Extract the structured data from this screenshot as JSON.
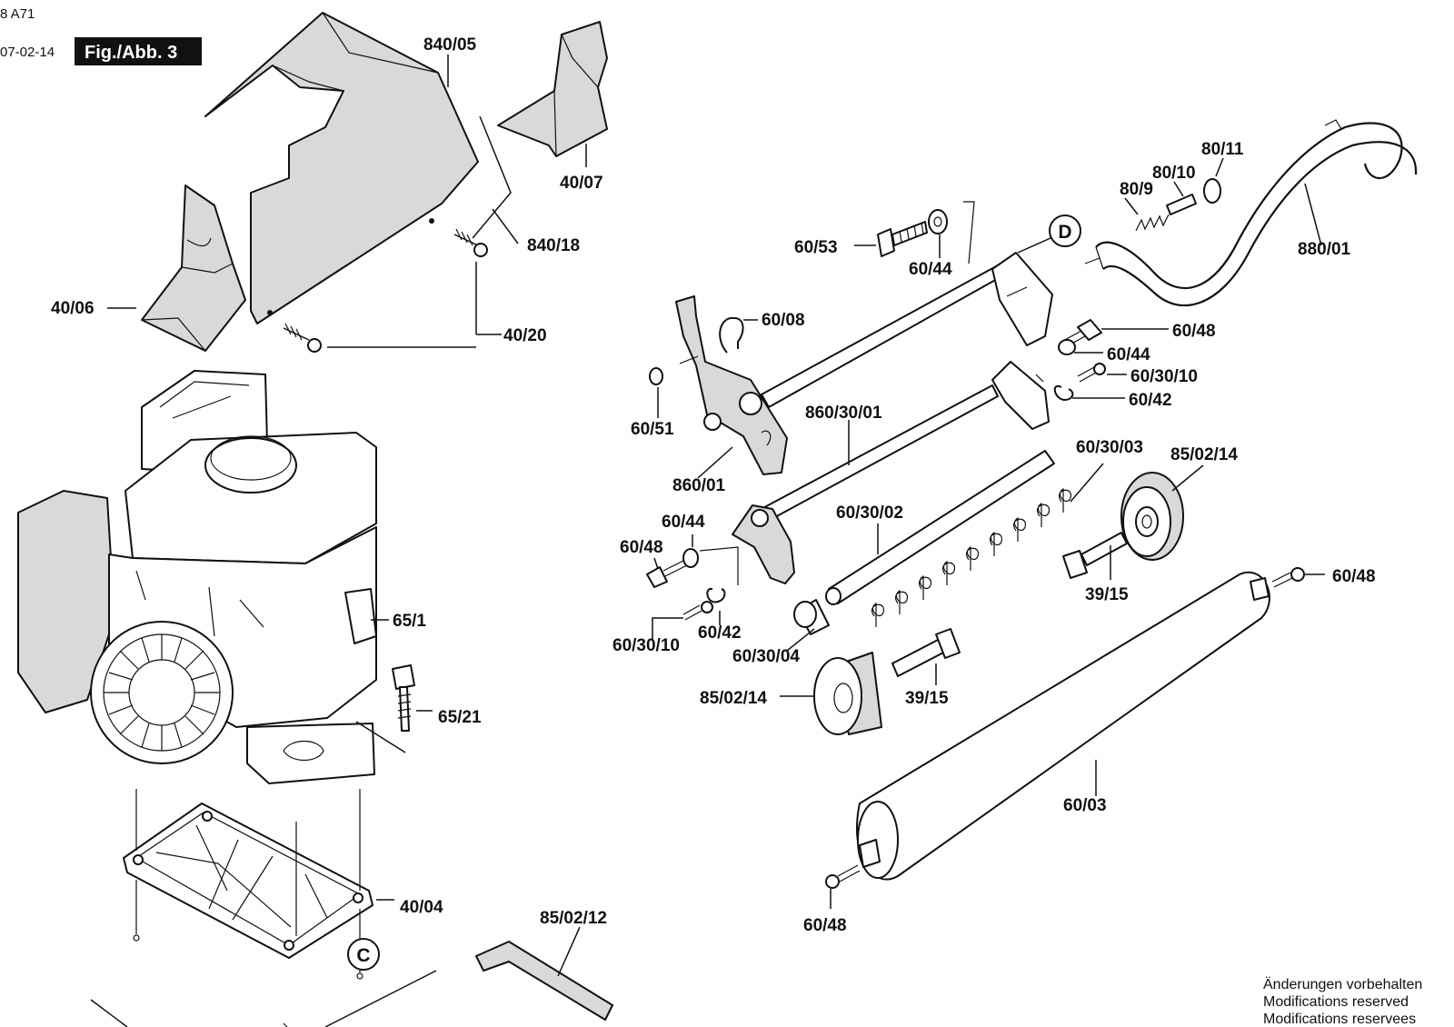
{
  "header": {
    "doc_code": "8 A71",
    "date": "07-02-14",
    "figure": "Fig./Abb. 3"
  },
  "callouts": {
    "c": "C",
    "d": "D"
  },
  "labels": {
    "p840_05": "840/05",
    "p40_07": "40/07",
    "p840_18": "840/18",
    "p40_06": "40/06",
    "p40_20": "40/20",
    "p65_1": "65/1",
    "p65_21": "65/21",
    "p40_04": "40/04",
    "p85_02_12": "85/02/12",
    "p80_11": "80/11",
    "p80_10": "80/10",
    "p80_9": "80/9",
    "p880_01": "880/01",
    "p60_53": "60/53",
    "p60_44_top": "60/44",
    "p60_08": "60/08",
    "p60_48_r1": "60/48",
    "p60_44_r": "60/44",
    "p60_30_10_r": "60/30/10",
    "p60_42_r": "60/42",
    "p60_51": "60/51",
    "p860_30_01": "860/30/01",
    "p60_30_03": "60/30/03",
    "p85_02_14_r": "85/02/14",
    "p860_01": "860/01",
    "p60_30_02": "60/30/02",
    "p60_44_l": "60/44",
    "p60_48_l": "60/48",
    "p60_48_r2": "60/48",
    "p39_15_r": "39/15",
    "p60_30_10_l": "60/30/10",
    "p60_42_l": "60/42",
    "p60_30_04": "60/30/04",
    "p85_02_14_l": "85/02/14",
    "p39_15_l": "39/15",
    "p60_03": "60/03",
    "p60_48_b": "60/48"
  },
  "footer_note": {
    "line1": "Änderungen vorbehalten",
    "line2": "Modifications reserved",
    "line3": "Modifications reservees"
  }
}
